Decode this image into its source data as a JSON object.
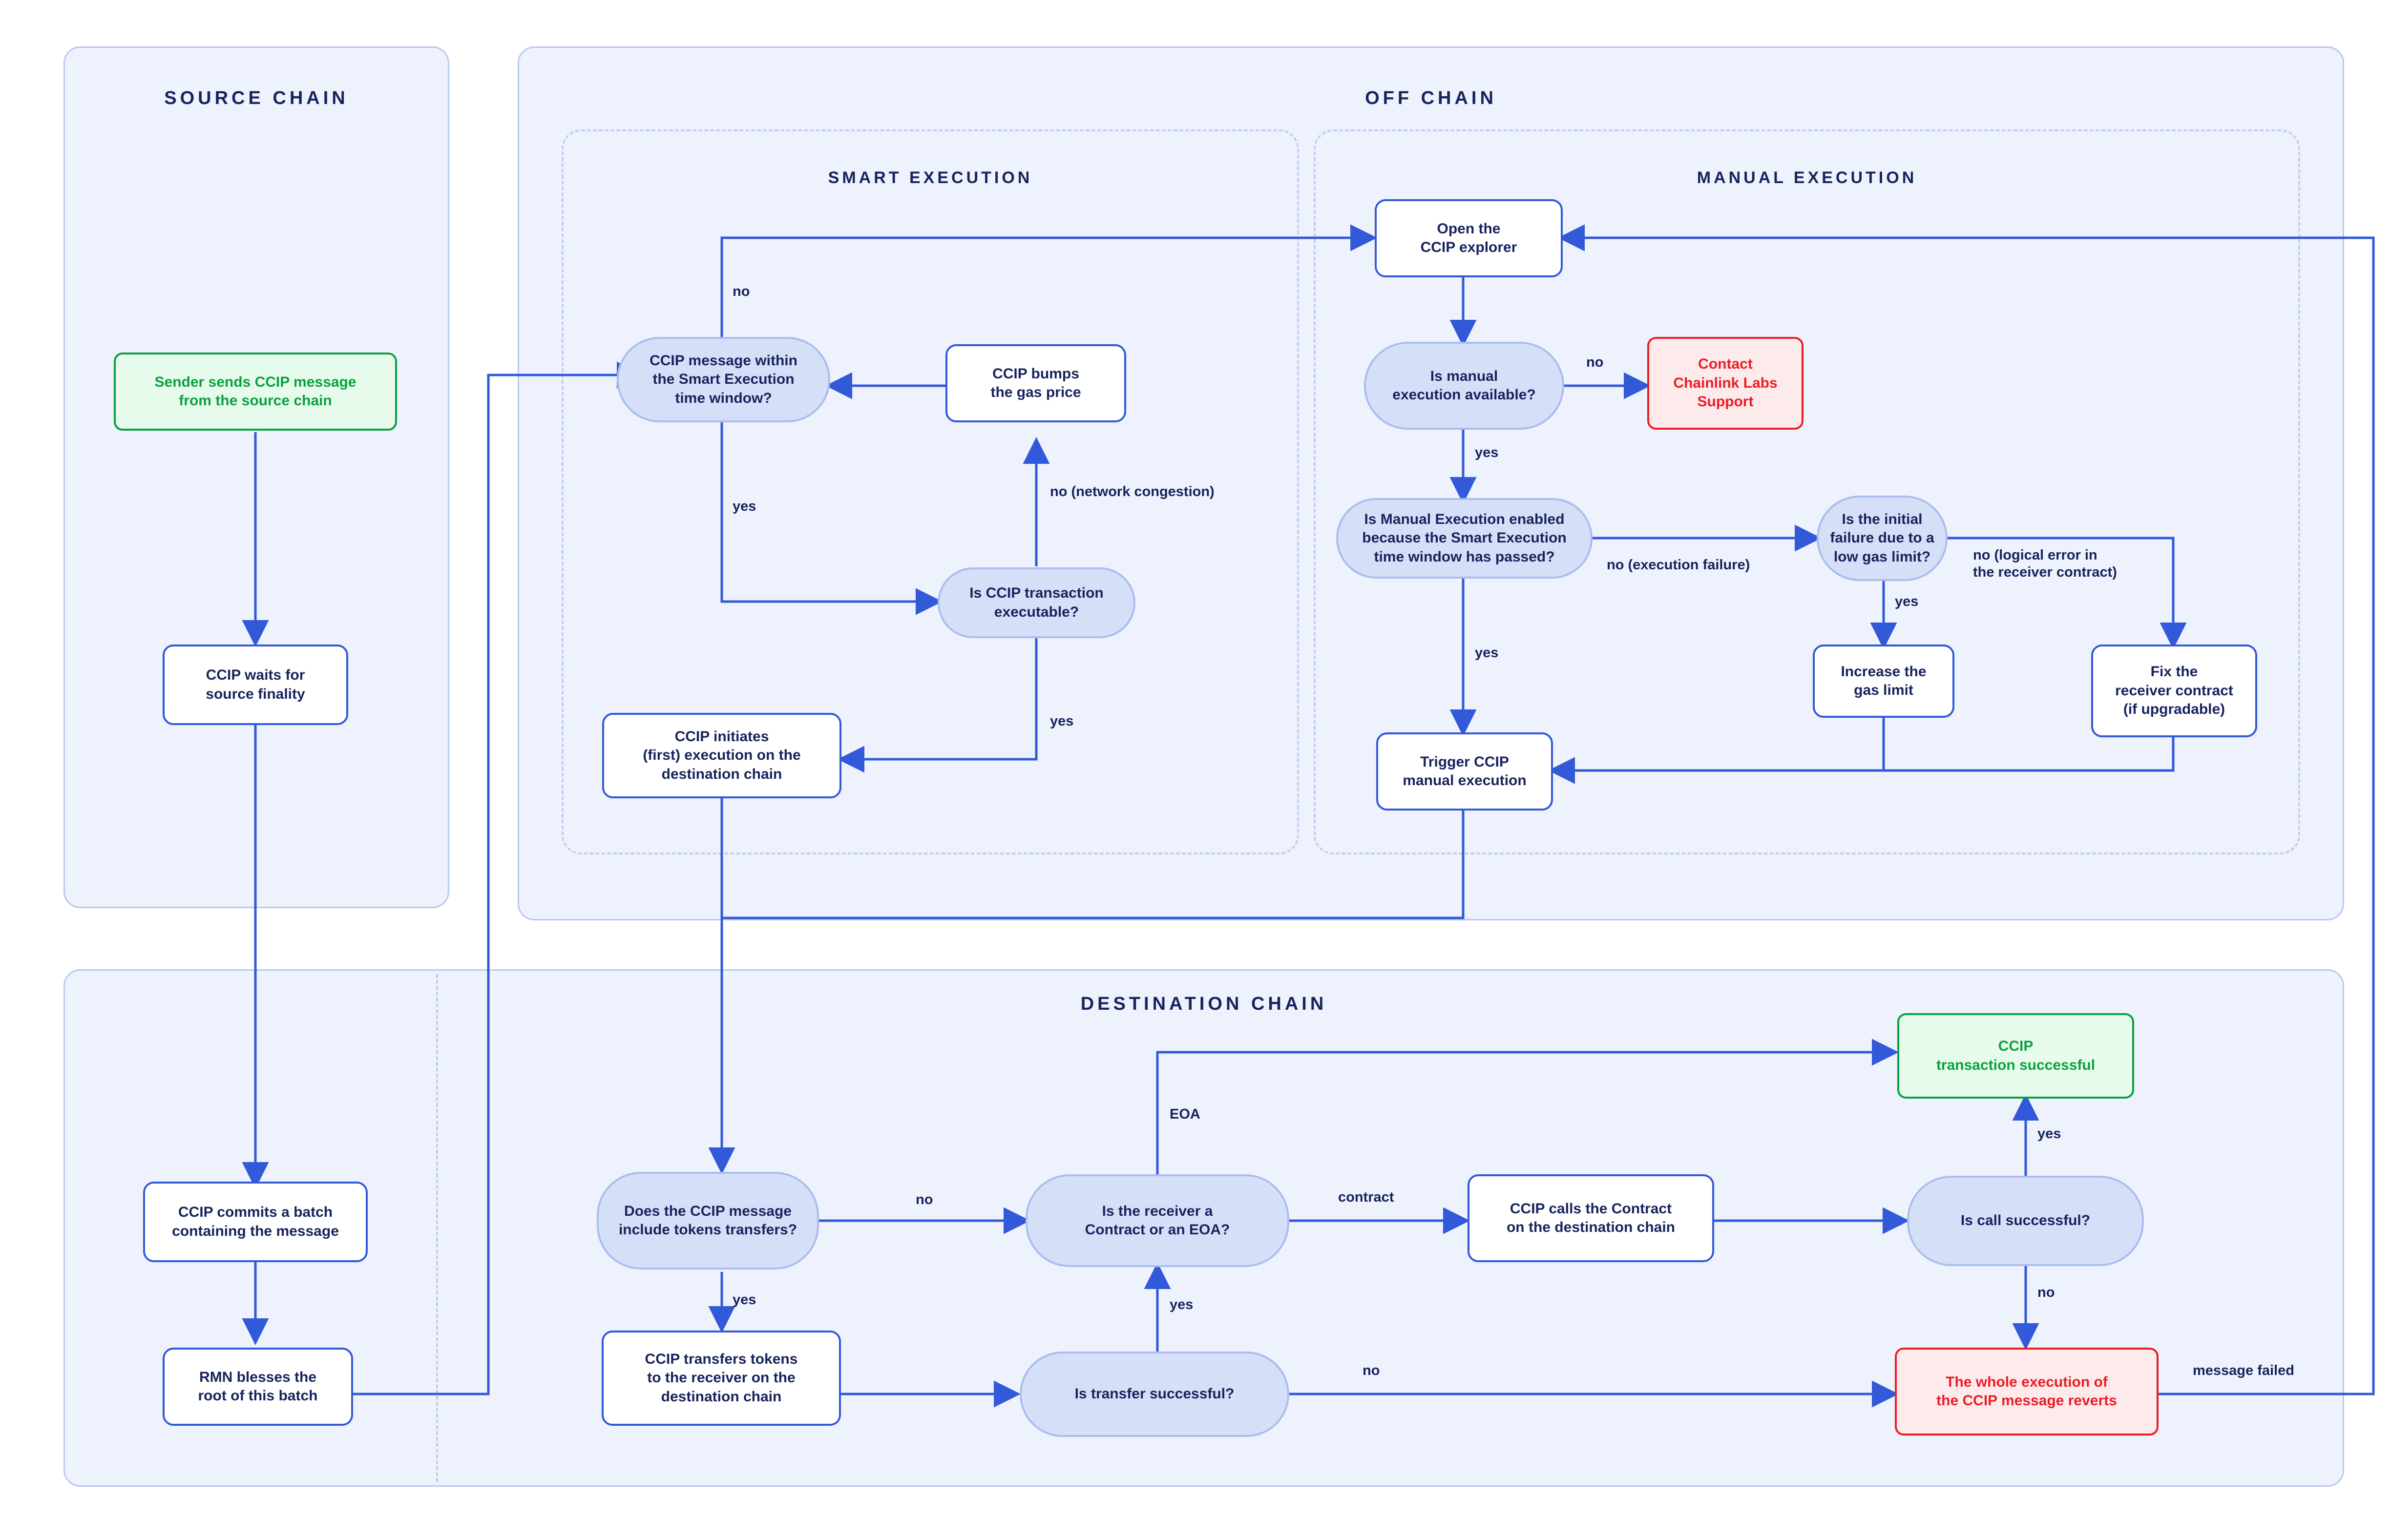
{
  "diagram": {
    "title_source": "SOURCE CHAIN",
    "title_offchain": "OFF CHAIN",
    "title_smart": "SMART EXECUTION",
    "title_manual": "MANUAL EXECUTION",
    "title_destination": "DESTINATION CHAIN"
  },
  "colors": {
    "page_bg": "#ffffff",
    "zone_fill": "#eef2fd",
    "zone_border": "#b9c8f0",
    "dashed_border": "#c2cff2",
    "process_border": "#3259d8",
    "decision_fill": "#d5e0f8",
    "decision_border": "#a9bdee",
    "text_navy": "#17235c",
    "success_green": "#0aa13e",
    "success_fill": "#e7fbec",
    "error_red": "#ec1c24",
    "error_fill": "#fdebec",
    "wire_blue": "#3259d8"
  },
  "nodes": {
    "sender_sends": "Sender sends CCIP message\nfrom the source chain",
    "waits_finality": "CCIP waits for\nsource finality",
    "commits_batch": "CCIP commits a batch\ncontaining the message",
    "rmn_blesses": "RMN blesses the\nroot of this batch",
    "within_window": "CCIP message within\nthe Smart Execution\ntime window?",
    "bumps_gas": "CCIP bumps\nthe gas price",
    "tx_executable": "Is CCIP transaction\nexecutable?",
    "initiates_exec": "CCIP initiates\n(first) execution on the\ndestination chain",
    "open_explorer": "Open the\nCCIP explorer",
    "manual_available": "Is manual\nexecution available?",
    "contact_support": "Contact\nChainlink Labs\nSupport",
    "manual_enabled": "Is Manual Execution enabled\nbecause the Smart Execution\ntime window has passed?",
    "initial_failure": "Is the initial\nfailure due to a\nlow gas limit?",
    "increase_gas": "Increase the\ngas limit",
    "fix_receiver": "Fix the\nreceiver contract\n(if upgradable)",
    "trigger_manual": "Trigger CCIP\nmanual execution",
    "includes_tokens": "Does the CCIP message\ninclude tokens transfers?",
    "transfers_tokens": "CCIP transfers tokens\nto the receiver on the\ndestination chain",
    "transfer_successful": "Is transfer successful?",
    "receiver_type": "Is the receiver a\nContract or an EOA?",
    "calls_contract": "CCIP calls the Contract\non the destination chain",
    "call_successful": "Is call successful?",
    "tx_successful": "CCIP\ntransaction successful",
    "execution_reverts": "The whole execution of\nthe CCIP message reverts"
  },
  "edge_labels": {
    "no_window": "no",
    "yes_window": "yes",
    "no_congestion": "no (network congestion)",
    "yes_executable": "yes",
    "no_manual_available": "no",
    "yes_manual_available": "yes",
    "no_execution_failure": "no (execution failure)",
    "yes_manual_enabled": "yes",
    "yes_low_gas": "yes",
    "no_logical_error": "no (logical error in\nthe receiver contract)",
    "no_tokens": "no",
    "yes_tokens": "yes",
    "yes_transfer": "yes",
    "no_transfer": "no",
    "eoa": "EOA",
    "contract": "contract",
    "yes_call": "yes",
    "no_call": "no",
    "message_failed": "message failed"
  }
}
